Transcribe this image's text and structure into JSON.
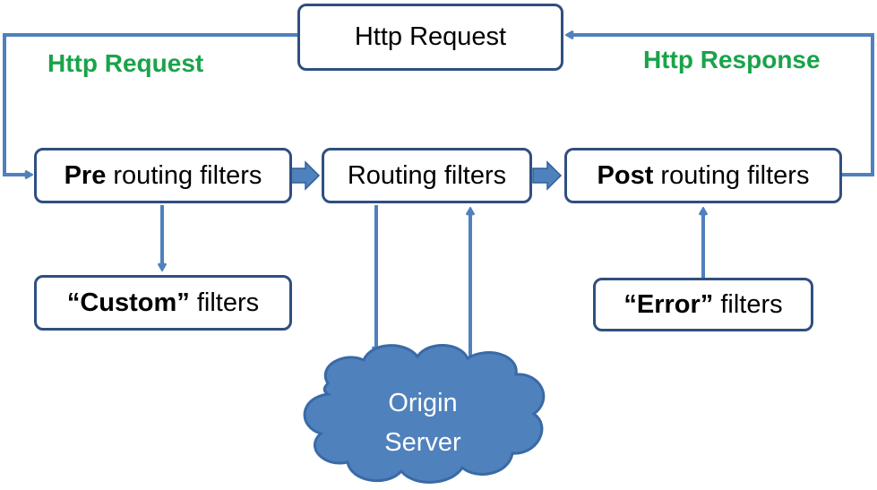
{
  "diagram": {
    "top_node": {
      "label": "Http Request"
    },
    "left_edge_label": "Http Request",
    "right_edge_label": "Http Response",
    "pre_filters": {
      "bold": "Pre",
      "rest": " routing filters"
    },
    "routing_filters": {
      "label": "Routing filters"
    },
    "post_filters": {
      "bold": "Post",
      "rest": " routing filters"
    },
    "custom_filters": {
      "bold": "“Custom”",
      "rest": " filters"
    },
    "error_filters": {
      "bold": "“Error”",
      "rest": " filters"
    },
    "origin_server": {
      "line1": "Origin",
      "line2": "Server"
    }
  },
  "colors": {
    "arrow": "#4f81bd",
    "box_border": "#2f4f7f",
    "label_green": "#1aa34a",
    "cloud_fill": "#4f81bd",
    "cloud_stroke": "#3a6aa5"
  }
}
